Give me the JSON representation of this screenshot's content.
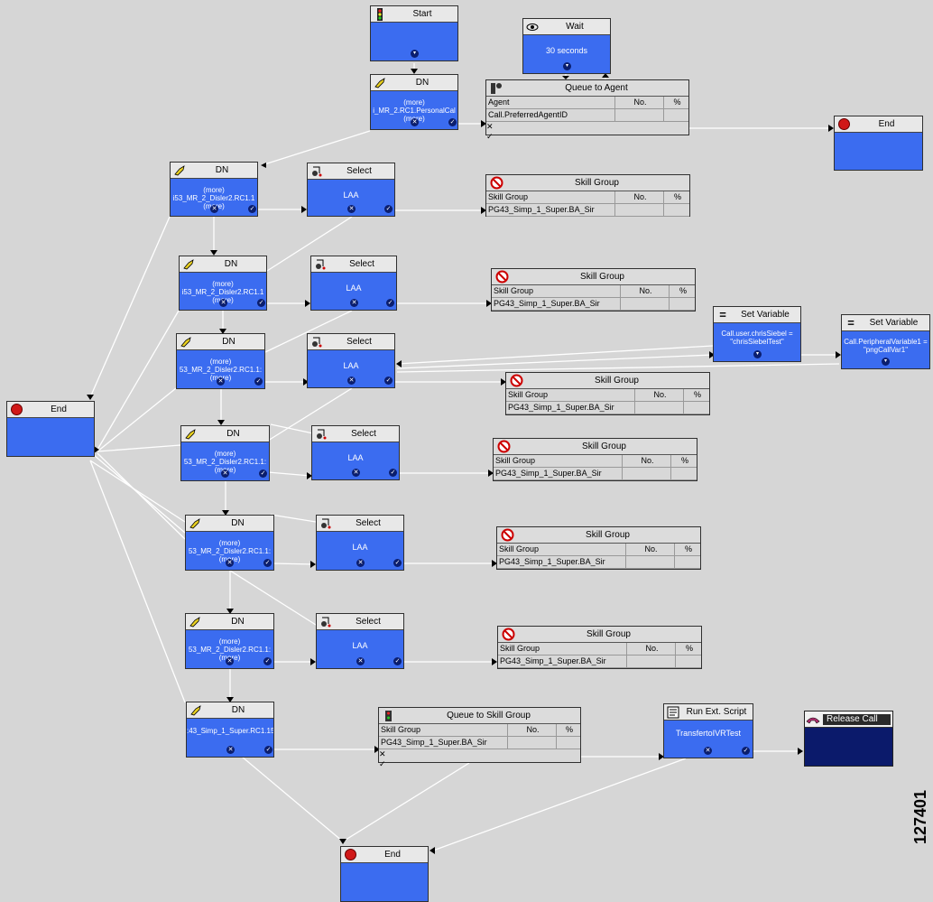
{
  "figure_id": "127401",
  "colors": {
    "node_blue": "#3b6cf0",
    "release_blue": "#0b1a6b",
    "end_red": "#d01818"
  },
  "start": {
    "title": "Start"
  },
  "wait": {
    "title": "Wait",
    "value": "30 seconds"
  },
  "queue_agent": {
    "title": "Queue to Agent",
    "col1": "Agent",
    "col2": "No.",
    "col3": "%",
    "row1": "Call.PreferredAgentID"
  },
  "end_nodes": {
    "title": "End"
  },
  "dn_nodes": [
    {
      "title": "DN",
      "more1": "(more)",
      "main": "i_MR_2.RC1.PersonalCal",
      "more2": "(more)"
    },
    {
      "title": "DN",
      "more1": "(more)",
      "main": "i53_MR_2_Disler2.RC1.1",
      "more2": "(more)"
    },
    {
      "title": "DN",
      "more1": "(more)",
      "main": "i53_MR_2_Disler2.RC1.1",
      "more2": "(more)"
    },
    {
      "title": "DN",
      "more1": "(more)",
      "main": "53_MR_2_Disler2.RC1.1:",
      "more2": "(more)"
    },
    {
      "title": "DN",
      "more1": "(more)",
      "main": "53_MR_2_Disler2.RC1.1:",
      "more2": "(more)"
    },
    {
      "title": "DN",
      "more1": "(more)",
      "main": "53_MR_2_Disler2.RC1.1:",
      "more2": "(more)"
    },
    {
      "title": "DN",
      "more1": "(more)",
      "main": "53_MR_2_Disler2.RC1.1:",
      "more2": "(more)"
    },
    {
      "title": "DN",
      "more1": "",
      "main": ":43_Simp_1_Super.RC1.15",
      "more2": ""
    }
  ],
  "select_nodes": {
    "title": "Select",
    "value": "LAA"
  },
  "skill_groups": {
    "title": "Skill Group",
    "col1": "Skill Group",
    "col2": "No.",
    "col3": "%",
    "row1": "PG43_Simp_1_Super.BA_Sir"
  },
  "set_var1": {
    "title": "Set Variable",
    "line1": "Call.user.chrisSiebel =",
    "line2": "\"chrisSiebelTest\""
  },
  "set_var2": {
    "title": "Set Variable",
    "line1": "Call.PeripheralVariable1 =",
    "line2": "\"pngCallVar1\""
  },
  "queue_skill": {
    "title": "Queue to Skill Group",
    "col1": "Skill Group",
    "col2": "No.",
    "col3": "%",
    "row1": "PG43_Simp_1_Super.BA_Sir"
  },
  "run_script": {
    "title": "Run Ext. Script",
    "value": "TransfertoIVRTest"
  },
  "release": {
    "title": "Release Call"
  }
}
